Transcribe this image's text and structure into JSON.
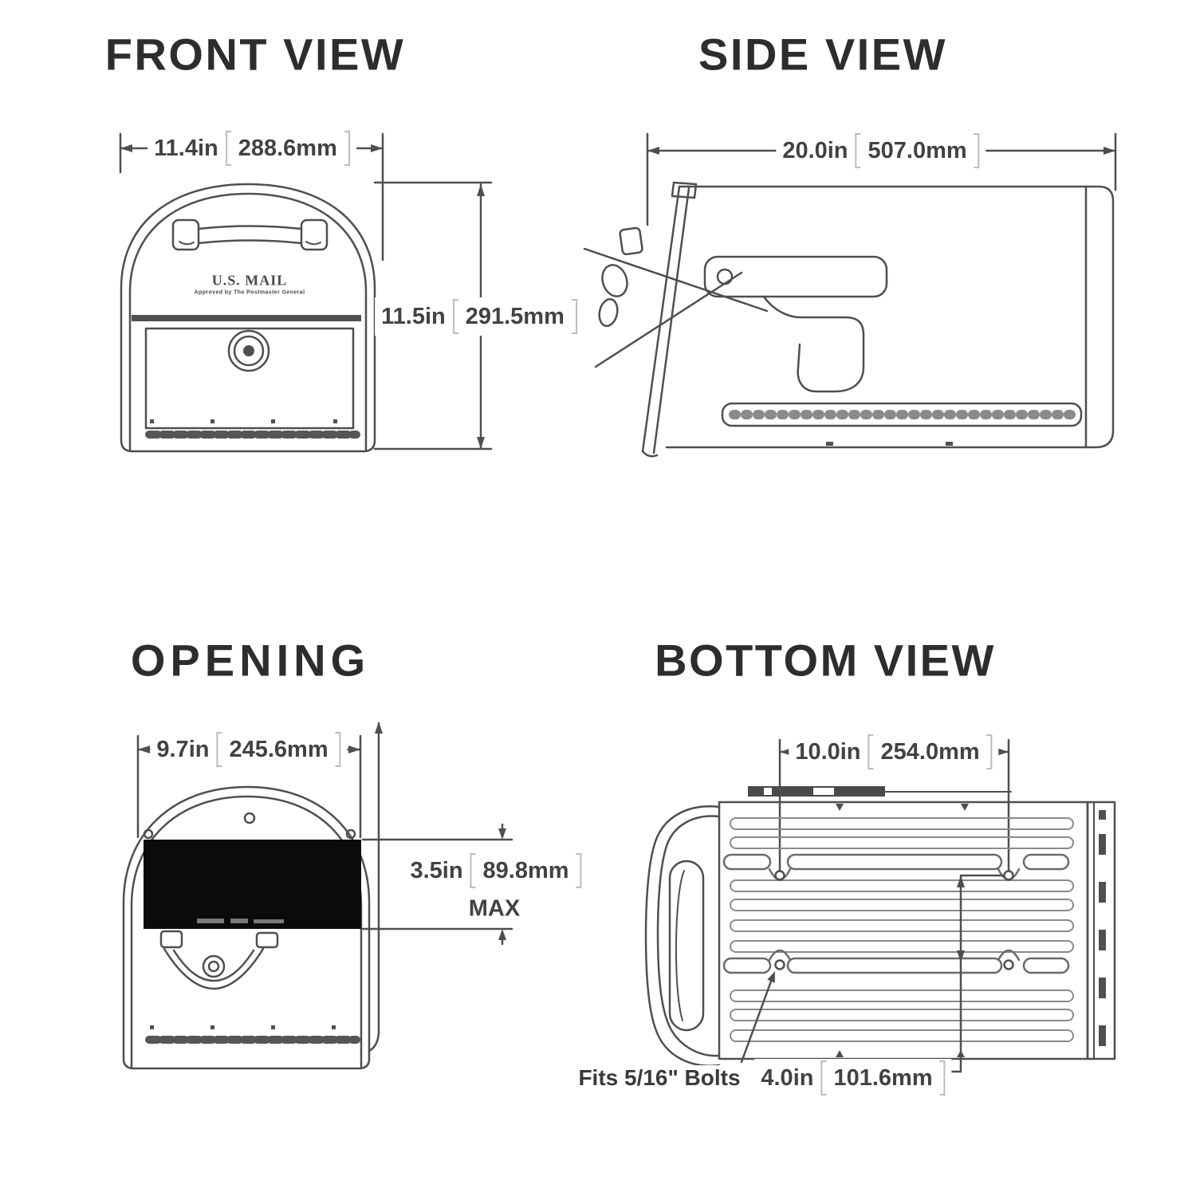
{
  "document": {
    "background": "#ffffff"
  },
  "colors": {
    "line": "#4f4f4f",
    "light_line": "#8a8a8a",
    "text": "#424242",
    "title": "#2d2d2d",
    "bracket": "#bcbcbc",
    "opening_fill": "#0b0b0b"
  },
  "front": {
    "title": "FRONT VIEW",
    "width_in": "11.4in",
    "width_mm": "288.6mm",
    "height_in": "11.5in",
    "height_mm": "291.5mm",
    "embossed_line1": "U.S. MAIL",
    "embossed_line2": "Approved by The Postmaster General"
  },
  "side": {
    "title": "SIDE VIEW",
    "length_in": "20.0in",
    "length_mm": "507.0mm"
  },
  "opening": {
    "title": "OPENING",
    "width_in": "9.7in",
    "width_mm": "245.6mm",
    "height_in": "3.5in",
    "height_mm": "89.8mm",
    "qualifier": "MAX"
  },
  "bottom": {
    "title": "BOTTOM VIEW",
    "hole_spacing_in": "10.0in",
    "hole_spacing_mm": "254.0mm",
    "bolt_spacing_in": "4.0in",
    "bolt_spacing_mm": "101.6mm",
    "note": "Fits 5/16\" Bolts"
  }
}
